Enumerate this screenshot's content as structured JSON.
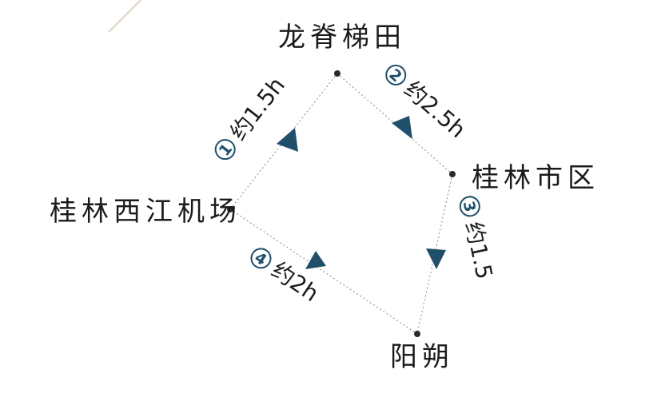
{
  "colors": {
    "accent": "#1f4f6b",
    "text": "#1b1b1b",
    "route": "#9a9a9a",
    "decor": "#e2d2c0"
  },
  "places": {
    "longji": "龙脊梯田",
    "guilin_city": "桂林市区",
    "airport": "桂林西江机场",
    "yangshuo": "阳朔"
  },
  "segments": [
    {
      "num": "1",
      "label": "约1.5h"
    },
    {
      "num": "2",
      "label": "约2.5h"
    },
    {
      "num": "3",
      "label": "约1.5"
    },
    {
      "num": "4",
      "label": "约2h"
    }
  ]
}
